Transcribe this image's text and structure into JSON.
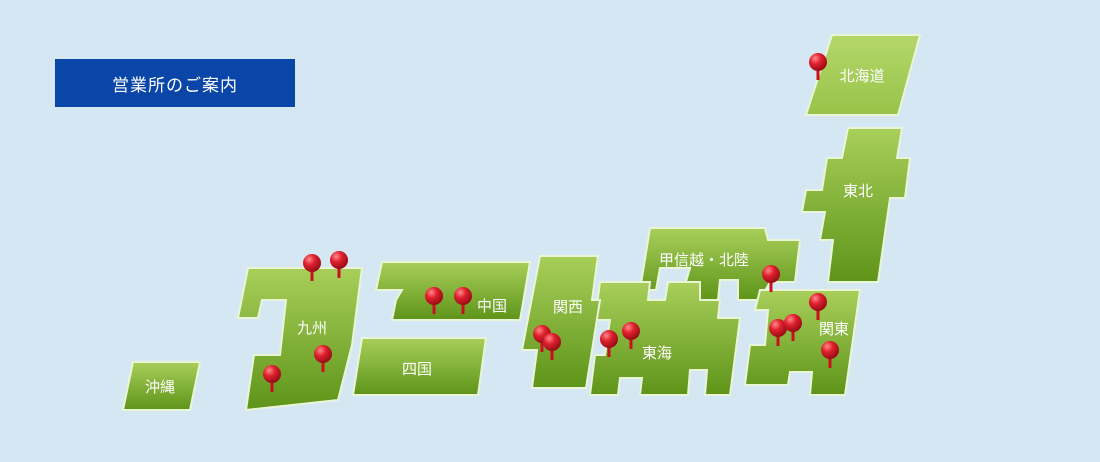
{
  "title": "営業所のご案内",
  "colors": {
    "background": "#d4e7f3",
    "title_bg": "#0a46a8",
    "land_light": "#a9cf5d",
    "land": "#7bac2a",
    "land_dark": "#5c8f18",
    "pin": "#d81b2a"
  },
  "regions": [
    {
      "id": "hokkaido",
      "label": "北海道"
    },
    {
      "id": "tohoku",
      "label": "東北"
    },
    {
      "id": "koshinetsu-hokuriku",
      "label": "甲信越・北陸"
    },
    {
      "id": "kanto",
      "label": "関東"
    },
    {
      "id": "tokai",
      "label": "東海"
    },
    {
      "id": "kansai",
      "label": "関西"
    },
    {
      "id": "chugoku",
      "label": "中国"
    },
    {
      "id": "shikoku",
      "label": "四国"
    },
    {
      "id": "kyushu",
      "label": "九州"
    },
    {
      "id": "okinawa",
      "label": "沖縄"
    }
  ],
  "pin_icon": "map-pin-icon"
}
